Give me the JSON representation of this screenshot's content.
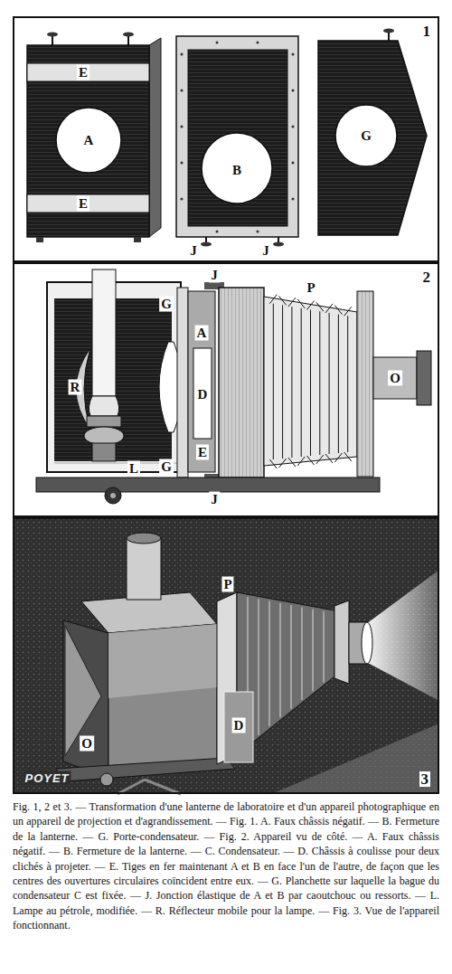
{
  "diagram": {
    "caption": "Fig. 1, 2 et 3. — Transformation d'une lanterne de laboratoire et d'un appareil photographique en un appareil de projection et d'agrandissement. — Fig. 1. A. Faux châssis négatif. — B. Fermeture de la lanterne. — G. Porte-condensateur. — Fig. 2. Appareil vu de côté. — A. Faux châssis négatif. — B. Fermeture de la lanterne. — C. Condensateur. — D. Châssis à coulisse pour deux clichés à projeter. — E. Tiges en fer maintenant A et B en face l'un de l'autre, de façon que les centres des ouvertures circulaires coïncident entre eux. — G. Planchette sur laquelle la bague du condensateur C est fixée. — J. Jonction élastique de A et B par caoutchouc ou ressorts. — L. Lampe au pétrole, modifiée. — R. Réflecteur mobile pour la lampe. — Fig. 3. Vue de l'appareil fonctionnant.",
    "nodes": [
      {
        "text": [
          "1"
        ]
      },
      {
        "text": [
          "2"
        ]
      },
      {
        "text": [
          "3"
        ]
      }
    ],
    "labels": [
      "A",
      "E",
      "E",
      "B",
      "J",
      "J",
      "G",
      "R",
      "G",
      "J",
      "A",
      "D",
      "E",
      "J",
      "G",
      "L",
      "P",
      "O",
      "P",
      "D",
      "O",
      "POYET"
    ]
  }
}
